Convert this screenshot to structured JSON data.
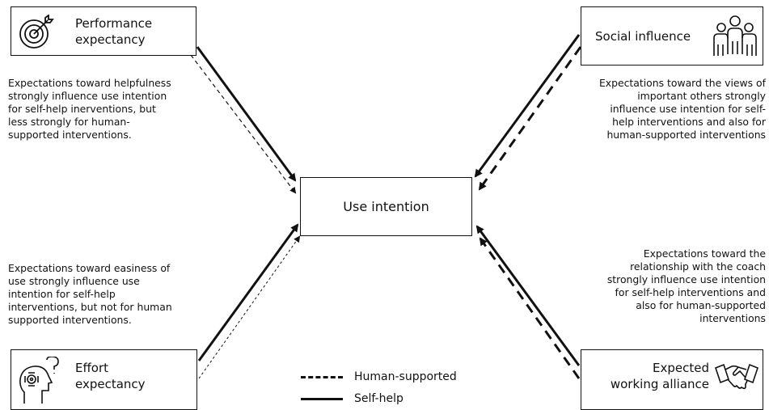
{
  "diagram": {
    "center": {
      "label": "Use intention"
    },
    "nodes": {
      "performance": {
        "label_line1": "Performance",
        "label_line2": "expectancy",
        "icon": "target-icon",
        "description": [
          "Expectations toward helpfulness",
          "strongly influence use intention",
          "for self-help inerventions, but",
          "less strongly for human-",
          "supported interventions."
        ]
      },
      "social": {
        "label": "Social influence",
        "icon": "group-of-people-icon",
        "description": [
          "Expectations toward the views of",
          "important others strongly",
          "influence use intention for self-",
          "help interventions and also for",
          "human-supported interventions"
        ]
      },
      "effort": {
        "label_line1": "Effort",
        "label_line2": "expectancy",
        "icon": "thinking-head-icon",
        "description": [
          "Expectations toward easiness of",
          "use strongly influence use",
          "intention for self-help",
          "interventions, but not for human",
          "supported interventions."
        ]
      },
      "alliance": {
        "label_line1": "Expected",
        "label_line2": "working alliance",
        "icon": "handshake-icon",
        "description": [
          "Expectations toward the",
          "relationship with the coach",
          "strongly influence use intention",
          "for self-help interventions and",
          "also for human-supported",
          "interventions"
        ]
      }
    },
    "legend": {
      "human_supported": "Human-supported",
      "self_help": "Self-help"
    }
  }
}
